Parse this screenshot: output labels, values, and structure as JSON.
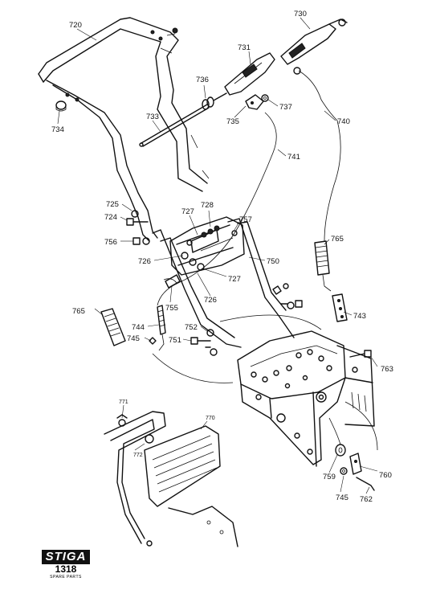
{
  "labels": {
    "l720": "720",
    "l730": "730",
    "l731": "731",
    "l736": "736",
    "l737": "737",
    "l735": "735",
    "l740": "740",
    "l733": "733",
    "l734": "734",
    "l741": "741",
    "l725": "725",
    "l724": "724",
    "l756": "756",
    "l727a": "727",
    "l728": "728",
    "l757": "757",
    "l726a": "726",
    "l727b": "727",
    "l726b": "726",
    "l750": "750",
    "l755": "755",
    "l765a": "765",
    "l765b": "765",
    "l743": "743",
    "l744": "744",
    "l745a": "745",
    "l752": "752",
    "l751": "751",
    "l763": "763",
    "l771": "771",
    "l770": "770",
    "l772": "772",
    "l759": "759",
    "l760": "760",
    "l745b": "745",
    "l762": "762"
  },
  "logo": {
    "brand": "STIGA",
    "code": "1318",
    "subtitle": "SPARE PARTS"
  }
}
